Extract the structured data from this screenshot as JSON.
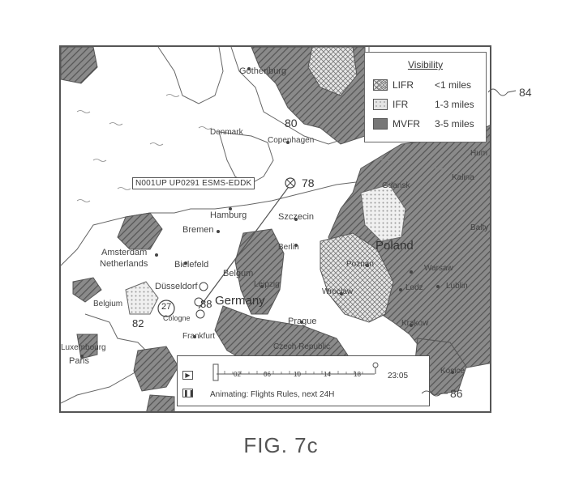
{
  "legend": {
    "title": "Visibility",
    "items": [
      {
        "name": "LIFR",
        "range": "<1 miles",
        "pattern": "cross"
      },
      {
        "name": "IFR",
        "range": "1-3 miles",
        "pattern": "dots"
      },
      {
        "name": "MVFR",
        "range": "3-5 miles",
        "pattern": "dark"
      }
    ]
  },
  "cities": [
    {
      "id": "gothenburg",
      "name": "Gothenburg"
    },
    {
      "id": "copenhagen",
      "name": "Copenhagen"
    },
    {
      "id": "denmark",
      "name": "Denmark"
    },
    {
      "id": "hamburg",
      "name": "Hamburg"
    },
    {
      "id": "bremen",
      "name": "Bremen"
    },
    {
      "id": "szczecin",
      "name": "Szczecin"
    },
    {
      "id": "gdansk",
      "name": "Gdansk"
    },
    {
      "id": "kalina",
      "name": "Kalina"
    },
    {
      "id": "amsterdam",
      "name": "Amsterdam"
    },
    {
      "id": "netherlands",
      "name": "Netherlands"
    },
    {
      "id": "bielefeld",
      "name": "Bielefeld"
    },
    {
      "id": "belgum",
      "name": "Belgum"
    },
    {
      "id": "berlin",
      "name": "Berlin"
    },
    {
      "id": "poznan",
      "name": "Poznan"
    },
    {
      "id": "warsaw",
      "name": "Warsaw"
    },
    {
      "id": "lodz",
      "name": "Lodz"
    },
    {
      "id": "lublin",
      "name": "Lublin"
    },
    {
      "id": "dusseldorf",
      "name": "Düsseldorf"
    },
    {
      "id": "belgium",
      "name": "Belgium"
    },
    {
      "id": "cologne",
      "name": "Cologne"
    },
    {
      "id": "frankfurt",
      "name": "Frankfurt"
    },
    {
      "id": "leipzig",
      "name": "Leipzig"
    },
    {
      "id": "wroclaw",
      "name": "Wroclaw"
    },
    {
      "id": "prague",
      "name": "Prague"
    },
    {
      "id": "czech",
      "name": "Czech Republic"
    },
    {
      "id": "krakow",
      "name": "Krakow"
    },
    {
      "id": "luxembourg",
      "name": "Luxembourg"
    },
    {
      "id": "paris",
      "name": "Paris"
    },
    {
      "id": "kosice",
      "name": "Kosice"
    },
    {
      "id": "hum",
      "name": "Hum"
    },
    {
      "id": "baltic",
      "name": "Balty"
    }
  ],
  "countries": {
    "germany": "Germany",
    "poland": "Poland"
  },
  "flight": {
    "label": "N001UP UP0291 ESMS-EDDK"
  },
  "timeline": {
    "ticks": [
      "02",
      "06",
      "10",
      "14",
      "18"
    ],
    "time": "23:05",
    "status": "Animating: Flights Rules, next 24H",
    "progress": 0.03
  },
  "callouts": {
    "r84": "84",
    "r80": "80",
    "r78": "78",
    "r88": "88",
    "r82": "82",
    "r86": "86"
  },
  "airport_badge": "27",
  "caption": "FIG. 7c",
  "colors": {
    "dark_hatch": "#6f6f6f",
    "light_hatch": "#bfbfbf",
    "outline": "#555555"
  }
}
